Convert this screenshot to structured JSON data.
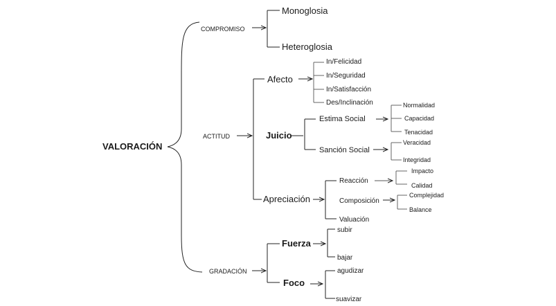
{
  "root": "VALORACIÓN",
  "compromiso": {
    "label": "COMPROMISO",
    "children": [
      "Monoglosia",
      "Heteroglosia"
    ]
  },
  "actitud": {
    "label": "ACTITUD",
    "afecto": {
      "label": "Afecto",
      "children": [
        "In/Felicidad",
        "In/Seguridad",
        "In/Satisfacción",
        "Des/Inclinación"
      ]
    },
    "juicio": {
      "label": "Juicio",
      "estima": {
        "label": "Estima Social",
        "children": [
          "Normalidad",
          "Capacidad",
          "Tenacidad"
        ]
      },
      "sancion": {
        "label": "Sanción Social",
        "children": [
          "Veracidad",
          "Integridad"
        ]
      }
    },
    "apreciacion": {
      "label": "Apreciación",
      "reaccion": {
        "label": "Reacción",
        "children": [
          "Impacto",
          "Calidad"
        ]
      },
      "composicion": {
        "label": "Composición",
        "children": [
          "Complejidad",
          "Balance"
        ]
      },
      "valuacion": {
        "label": "Valuación"
      }
    }
  },
  "gradacion": {
    "label": "GRADACIÓN",
    "fuerza": {
      "label": "Fuerza",
      "children": [
        "subir",
        "bajar"
      ]
    },
    "foco": {
      "label": "Foco",
      "children": [
        "agudizar",
        "suavizar"
      ]
    }
  }
}
